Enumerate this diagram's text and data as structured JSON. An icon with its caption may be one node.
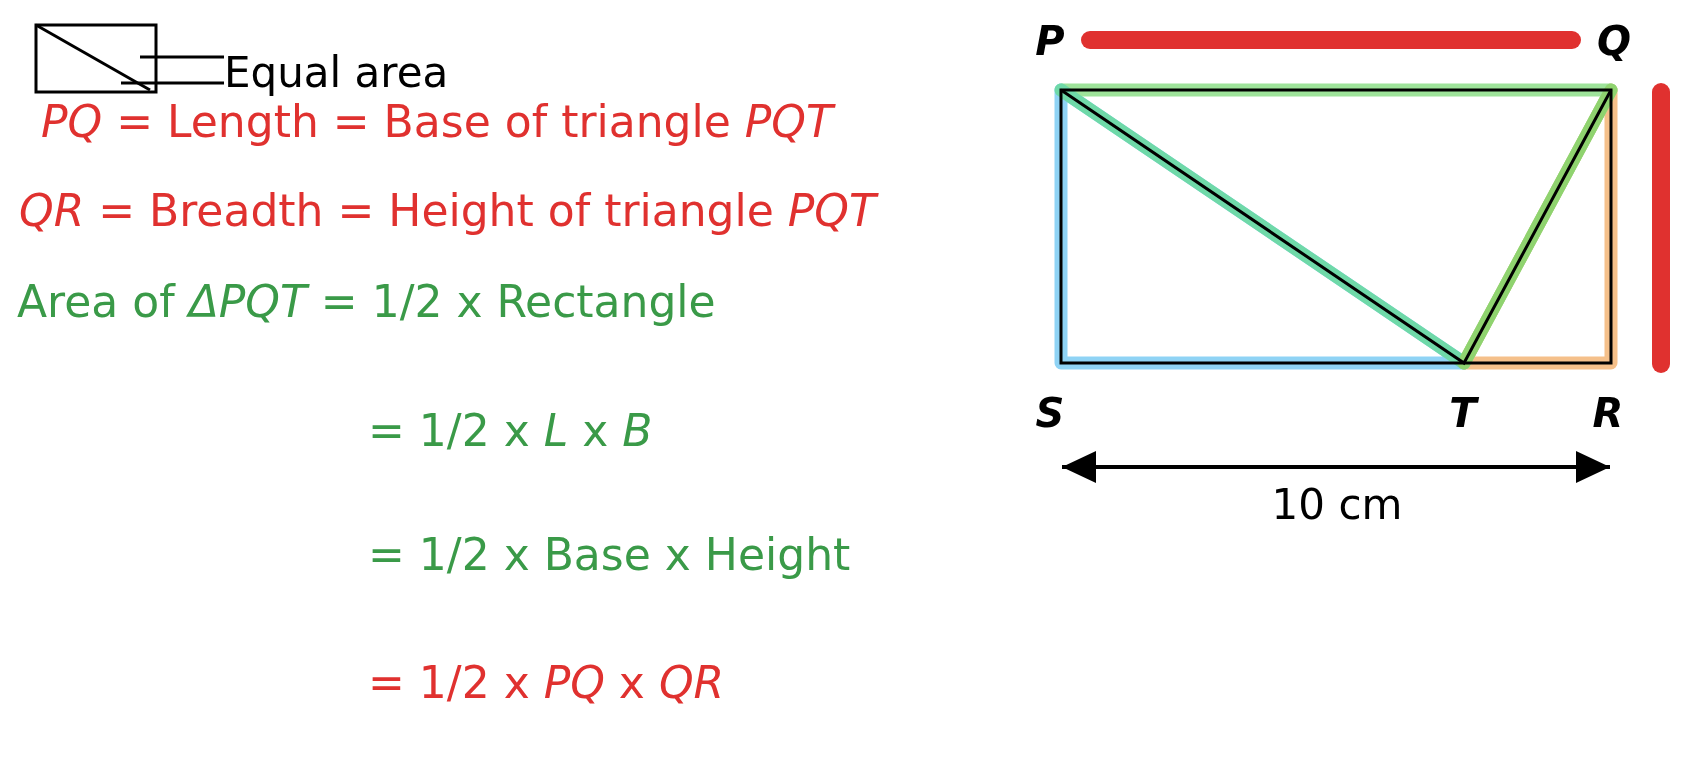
{
  "diagram": {
    "nodes": [
      {
        "text": [
          "Equal area"
        ]
      },
      {
        "text": [],
        "shape": "box"
      }
    ],
    "edges": [
      {
        "from": 0,
        "to": 1,
        "arrow": "none"
      },
      {
        "from": 0,
        "to": 1,
        "arrow": "none"
      }
    ],
    "labels": [
      "*PQ* = Length = Base of triangle *PQT*",
      "*QR* = Breadth = Height of triangle *PQT*",
      "Area of *ΔPQT* = 1/2 x Rectangle",
      "= 1/2 x *L* x *B*",
      "= 1/2 x Base x Height",
      "= 1/2 x *PQ* x *QR*",
      "P",
      "Q",
      "S",
      "T",
      "R",
      "10 cm"
    ]
  }
}
